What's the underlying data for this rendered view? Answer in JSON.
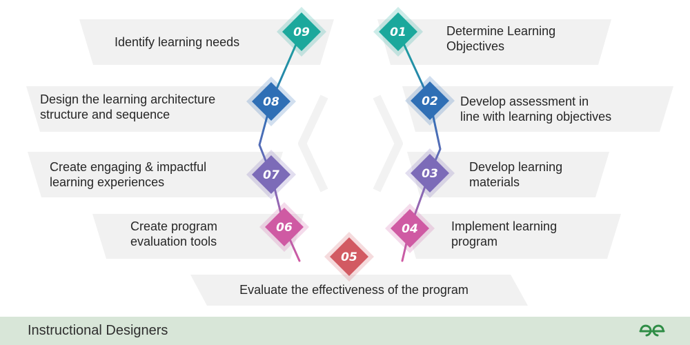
{
  "colors": {
    "teal": "#1ba89c",
    "blue": "#2f6fb5",
    "purple": "#7c6bb8",
    "pink": "#cf5aa3",
    "red": "#d25a62",
    "band": "#f1f1f1",
    "footer": "#d8e6d8",
    "brand": "#2f8d46"
  },
  "steps": [
    {
      "number": "01",
      "lines": [
        "Determine Learning",
        "Objectives"
      ],
      "color": "teal"
    },
    {
      "number": "02",
      "lines": [
        "Develop assessment in",
        "line with learning objectives"
      ],
      "color": "blue"
    },
    {
      "number": "03",
      "lines": [
        "Develop learning",
        "materials"
      ],
      "color": "purple"
    },
    {
      "number": "04",
      "lines": [
        "Implement learning",
        "program"
      ],
      "color": "pink"
    },
    {
      "number": "05",
      "lines": [
        "Evaluate the effectiveness of the program"
      ],
      "color": "red"
    },
    {
      "number": "06",
      "lines": [
        "Create program",
        "evaluation tools"
      ],
      "color": "pink"
    },
    {
      "number": "07",
      "lines": [
        "Create engaging & impactful",
        "learning experiences"
      ],
      "color": "purple"
    },
    {
      "number": "08",
      "lines": [
        "Design the learning architecture",
        "structure and sequence"
      ],
      "color": "blue"
    },
    {
      "number": "09",
      "lines": [
        "Identify learning needs"
      ],
      "color": "teal"
    }
  ],
  "footer": {
    "title": "Instructional Designers",
    "logo_icon": "gfg-logo-icon"
  }
}
